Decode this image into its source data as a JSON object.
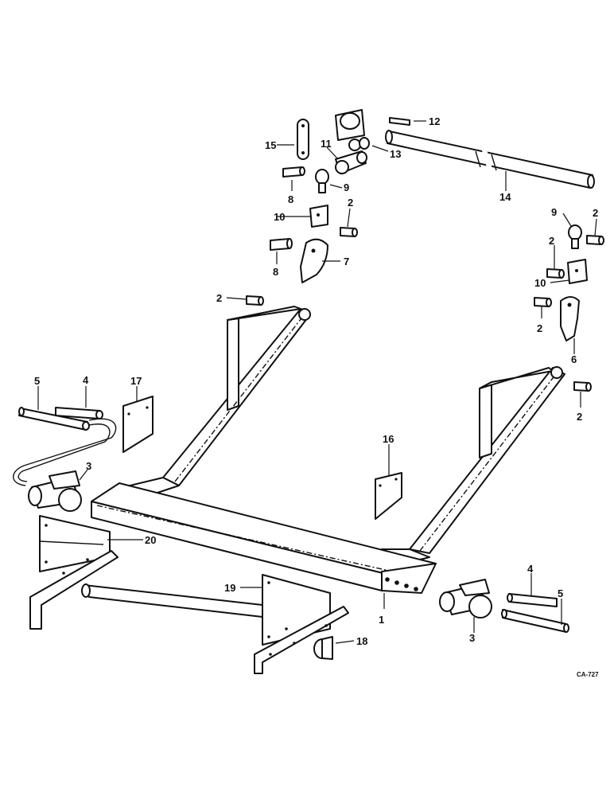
{
  "diagram": {
    "callouts": [
      "1",
      "2",
      "3",
      "4",
      "5",
      "6",
      "7",
      "8",
      "9",
      "10",
      "11",
      "12",
      "13",
      "14",
      "15",
      "16",
      "17",
      "18",
      "19",
      "20"
    ],
    "drawing_code": "CA-727"
  }
}
